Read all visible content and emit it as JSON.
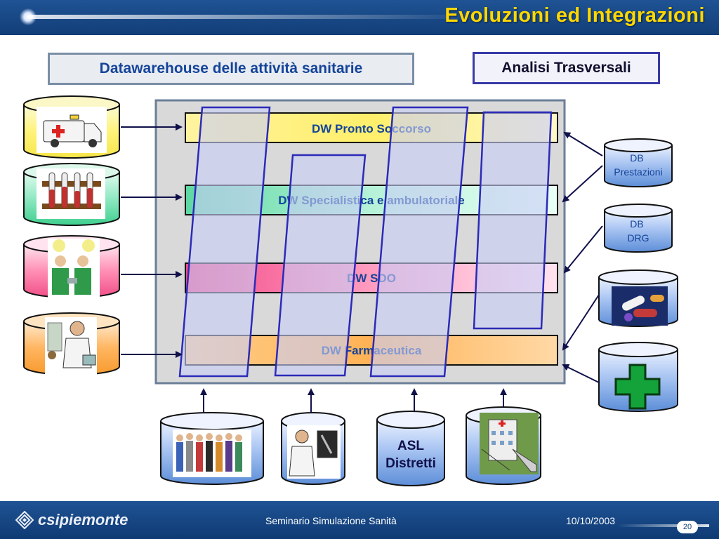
{
  "header": {
    "title": "Evoluzioni ed Integrazioni"
  },
  "labels": {
    "datawarehouse": "Datawarehouse delle attività sanitarie",
    "trasversali": "Analisi Trasversali"
  },
  "dw_layers": [
    {
      "label": "DW Pronto Soccorso",
      "color": "#fff27a"
    },
    {
      "label": "DW Specialistica e ambulatoriale",
      "color": "#6fe0b0"
    },
    {
      "label": "DW SDO",
      "color": "#ff6fa0"
    },
    {
      "label": "DW Farmaceutica",
      "color": "#ffb050"
    }
  ],
  "db_sources": {
    "prestazioni": [
      "DB",
      "Prestazioni"
    ],
    "drg": [
      "DB",
      "DRG"
    ],
    "asl": [
      "ASL",
      "Distretti"
    ]
  },
  "footer": {
    "logo": "csipiemonte",
    "event": "Seminario Simulazione Sanità",
    "date": "10/10/2003",
    "page": "20"
  },
  "colors": {
    "header_bg": "#1a4b8c",
    "title": "#ffd700",
    "analysis_stroke": "#2b2bb8",
    "panel_bg": "#d9d9d9",
    "panel_border": "#6b7f98"
  },
  "icons": [
    "ambulance-icon",
    "test-tubes-icon",
    "surgeons-icon",
    "pharmacist-icon",
    "pills-icon",
    "pharmacy-cross-icon",
    "people-group-icon",
    "doctor-xray-icon",
    "hospital-icon"
  ]
}
